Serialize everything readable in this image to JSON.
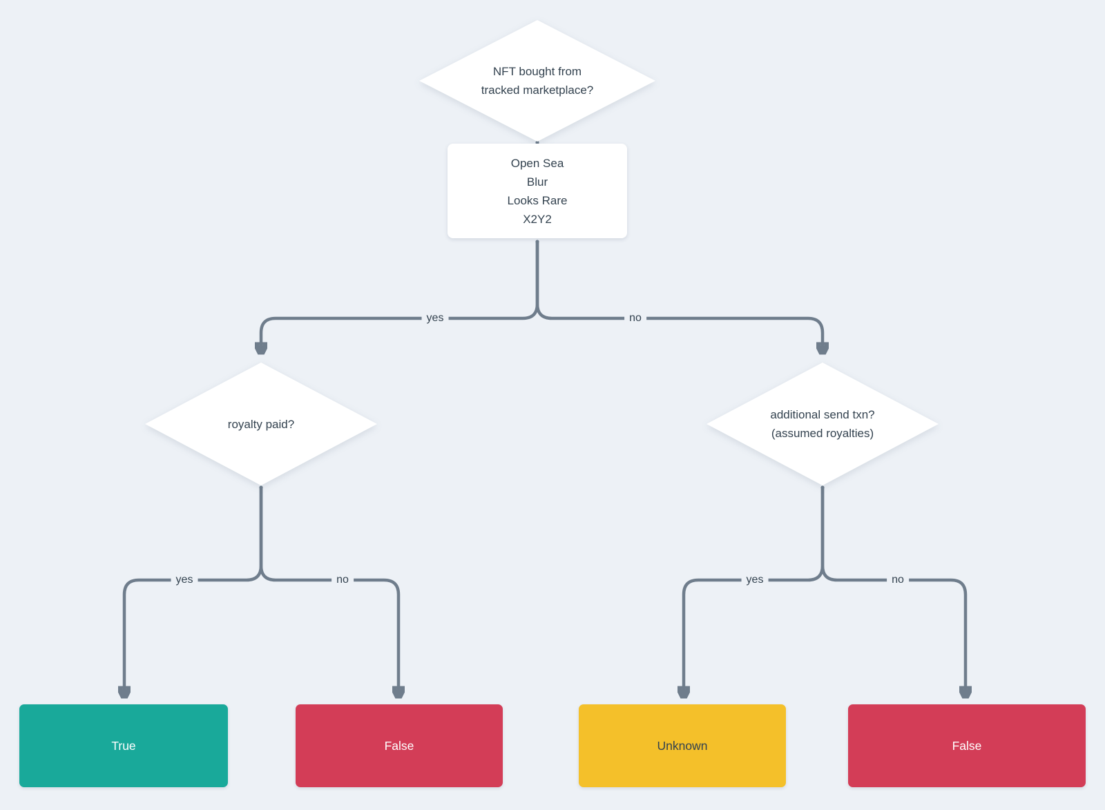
{
  "canvas": {
    "background_color": "#EDF1F6",
    "connector_color": "#6F7D8C",
    "text_color": "#33424F"
  },
  "nodes": {
    "root_question": {
      "lines": [
        "NFT bought from",
        "tracked marketplace?"
      ]
    },
    "marketplaces": {
      "lines": [
        "Open Sea",
        "Blur",
        "Looks Rare",
        "X2Y2"
      ]
    },
    "royalty_question": {
      "label": "royalty paid?"
    },
    "send_txn_question": {
      "lines": [
        "additional send txn?",
        "(assumed royalties)"
      ]
    },
    "outcome_true": {
      "label": "True",
      "color": "#19A99A",
      "text_color": "#FFFFFF"
    },
    "outcome_false_left": {
      "label": "False",
      "color": "#D33D57",
      "text_color": "#FFFFFF"
    },
    "outcome_unknown": {
      "label": "Unknown",
      "color": "#F4C02A",
      "text_color": "#33424F"
    },
    "outcome_false_right": {
      "label": "False",
      "color": "#D33D57",
      "text_color": "#FFFFFF"
    }
  },
  "edge_labels": {
    "root_yes": "yes",
    "root_no": "no",
    "royalty_yes": "yes",
    "royalty_no": "no",
    "send_yes": "yes",
    "send_no": "no"
  }
}
